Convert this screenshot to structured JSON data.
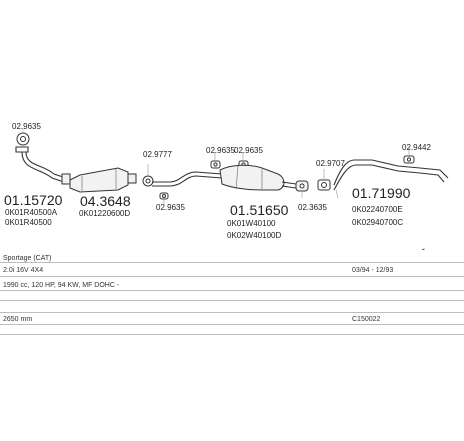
{
  "parts": [
    {
      "id": "p1",
      "number": "02.9635",
      "codes": []
    },
    {
      "id": "p2",
      "number": "01.15720",
      "codes": [
        "0K01R40500A",
        "0K01R40500"
      ]
    },
    {
      "id": "p3",
      "number": "04.3648",
      "codes": [
        "0K01220600D"
      ]
    },
    {
      "id": "p4",
      "number": "02.9777",
      "codes": []
    },
    {
      "id": "p5",
      "number": "02.9635",
      "codes": []
    },
    {
      "id": "p6",
      "number": "02.9635",
      "codes": []
    },
    {
      "id": "p7",
      "number": "02.9635",
      "codes": []
    },
    {
      "id": "p8",
      "number": "01.51650",
      "codes": [
        "0K01W40100",
        "0K02W40100D"
      ]
    },
    {
      "id": "p9",
      "number": "02.3635",
      "codes": []
    },
    {
      "id": "p10",
      "number": "02.9707",
      "codes": []
    },
    {
      "id": "p11",
      "number": "02.9442",
      "codes": []
    },
    {
      "id": "p12",
      "number": "01.71990",
      "codes": [
        "0K02240700E",
        "0K02940700C"
      ]
    }
  ],
  "vehicle": {
    "model": "Sportage (CAT)",
    "engine": "2.0i 16V 4X4",
    "years": "03/94 - 12/93",
    "specs": "1990 cc, 120 HP, 94 KW, MF DOHC -",
    "wheelbase": "2650 mm",
    "reference": "C150022"
  }
}
